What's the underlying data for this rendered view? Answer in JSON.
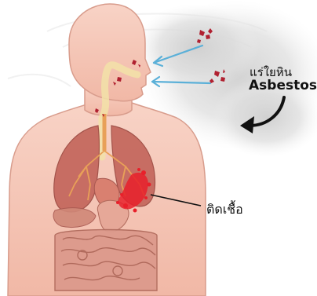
{
  "labels": {
    "mineral": "แร่ใยหิน",
    "asbestos": "Asbestos",
    "infection": "ติดเชื้อ"
  },
  "colors": {
    "skin": "#f6c9ba",
    "skin_outline": "#d89c8c",
    "lung": "#c4665c",
    "airway": "#e8a058",
    "intestine": "#dc9a8c",
    "infection": "#e8202a",
    "particle": "#b02030",
    "airflow_arrow": "#5bb0d8",
    "black_arrow": "#111111",
    "dust_cloud": "#d8d8d8"
  },
  "icons": [
    "airflow-arrow-icon",
    "black-curved-arrow-icon"
  ]
}
